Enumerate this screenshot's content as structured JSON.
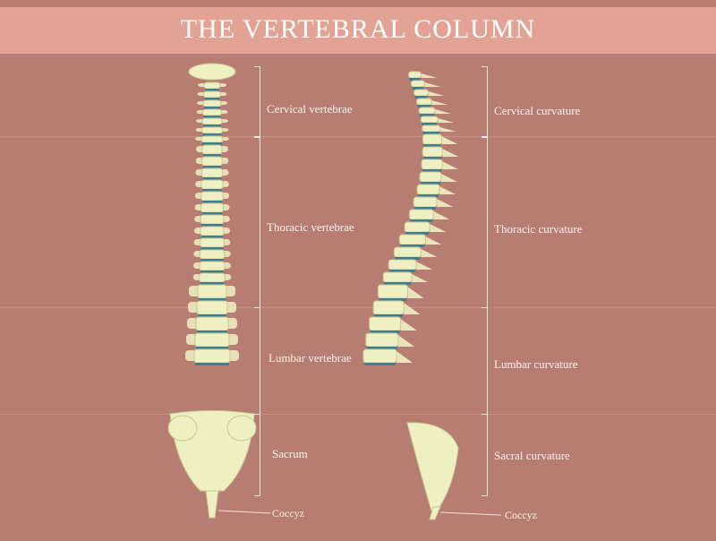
{
  "title": "THE VERTEBRAL COLUMN",
  "front_view": {
    "labels": [
      "Cervical vertebrae",
      "Thoracic vertebrae",
      "Lumbar vertebrae",
      "Sacrum",
      "Coccyz"
    ]
  },
  "side_view": {
    "labels": [
      "Cervical curvature",
      "Thoracic curvature",
      "Lumbar curvature",
      "Sacral curvature",
      "Coccyz"
    ]
  },
  "colors": {
    "background": "#b87d72",
    "title_bar": "#e2a394",
    "bone": "#eef0c4",
    "disc": "#3f7d93"
  }
}
